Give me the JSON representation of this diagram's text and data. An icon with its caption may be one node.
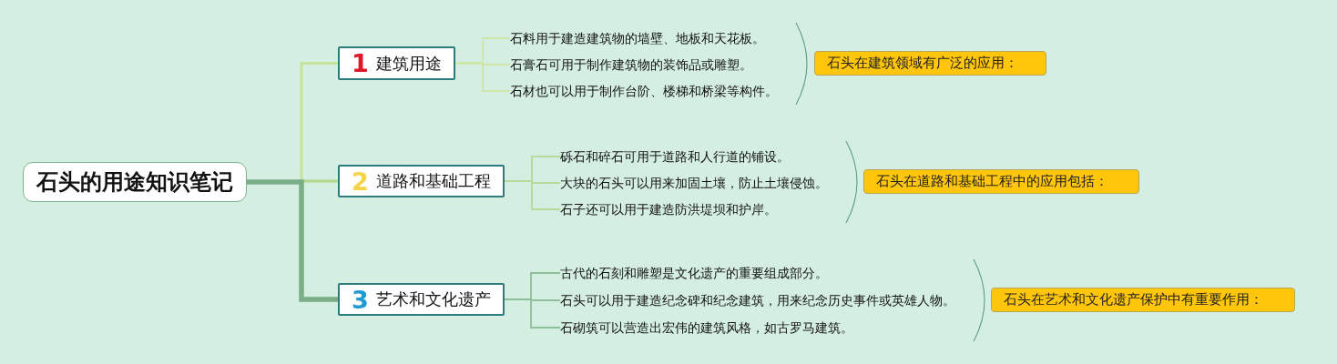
{
  "diagram": {
    "nodes": [
      {
        "text": [
          "石头的用途知识笔记"
        ]
      },
      {
        "text": [
          "1",
          "建筑用途"
        ]
      },
      {
        "text": [
          "石料用于建造建筑物的墙壁、地板和天花板。"
        ]
      },
      {
        "text": [
          "石膏石可用于制作建筑物的装饰品或雕塑。"
        ]
      },
      {
        "text": [
          "石材也可以用于制作台阶、楼梯和桥梁等构件。"
        ]
      },
      {
        "text": [
          "石头在建筑领域有广泛的应用："
        ]
      },
      {
        "text": [
          "2",
          "道路和基础工程"
        ]
      },
      {
        "text": [
          "砾石和碎石可用于道路和人行道的铺设。"
        ]
      },
      {
        "text": [
          "大块的石头可以用来加固土壤，防止土壤侵蚀。"
        ]
      },
      {
        "text": [
          "石子还可以用于建造防洪堤坝和护岸。"
        ]
      },
      {
        "text": [
          "石头在道路和基础工程中的应用包括："
        ]
      },
      {
        "text": [
          "3",
          "艺术和文化遗产"
        ]
      },
      {
        "text": [
          "古代的石刻和雕塑是文化遗产的重要组成部分。"
        ]
      },
      {
        "text": [
          "石头可以用于建造纪念碑和纪念建筑，用来纪念历史事件或英雄人物。"
        ]
      },
      {
        "text": [
          "石砌筑可以营造出宏伟的建筑风格，如古罗马建筑。"
        ]
      },
      {
        "text": [
          "石头在艺术和文化遗产保护中有重要作用："
        ]
      }
    ],
    "edges": [
      {
        "from": 0,
        "to": 1,
        "arrow": "none",
        "color": "#c6e39b"
      },
      {
        "from": 0,
        "to": 6,
        "arrow": "none",
        "color": "#b3d68c"
      },
      {
        "from": 0,
        "to": 11,
        "arrow": "none",
        "style": "thick",
        "color": "#7aae86"
      },
      {
        "from": 1,
        "to": 2,
        "arrow": "none",
        "color": "#cfe6a9"
      },
      {
        "from": 1,
        "to": 3,
        "arrow": "none",
        "color": "#cfe6a9"
      },
      {
        "from": 1,
        "to": 4,
        "arrow": "none",
        "color": "#cfe6a9"
      },
      {
        "from": 6,
        "to": 7,
        "arrow": "none",
        "color": "#b9d99a"
      },
      {
        "from": 6,
        "to": 8,
        "arrow": "none",
        "color": "#b9d99a"
      },
      {
        "from": 6,
        "to": 9,
        "arrow": "none",
        "color": "#b9d99a"
      },
      {
        "from": 11,
        "to": 12,
        "arrow": "none",
        "color": "#8ebf98"
      },
      {
        "from": 11,
        "to": 13,
        "arrow": "none",
        "color": "#8ebf98"
      },
      {
        "from": 11,
        "to": 14,
        "arrow": "none",
        "color": "#8ebf98"
      }
    ]
  }
}
